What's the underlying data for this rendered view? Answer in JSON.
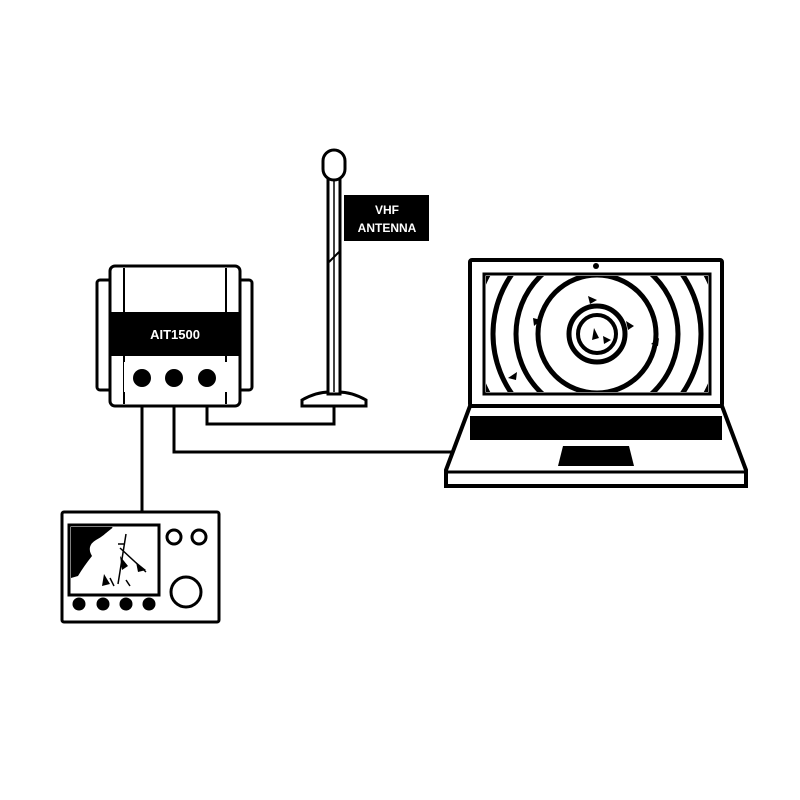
{
  "diagram": {
    "device": {
      "label": "AIT1500"
    },
    "antenna": {
      "label_line1": "VHF",
      "label_line2": "ANTENNA"
    }
  },
  "colors": {
    "ink": "#000000",
    "paper": "#ffffff"
  },
  "icons": [
    "ais-transponder-icon",
    "vhf-antenna-icon",
    "laptop-icon",
    "chartplotter-icon"
  ]
}
